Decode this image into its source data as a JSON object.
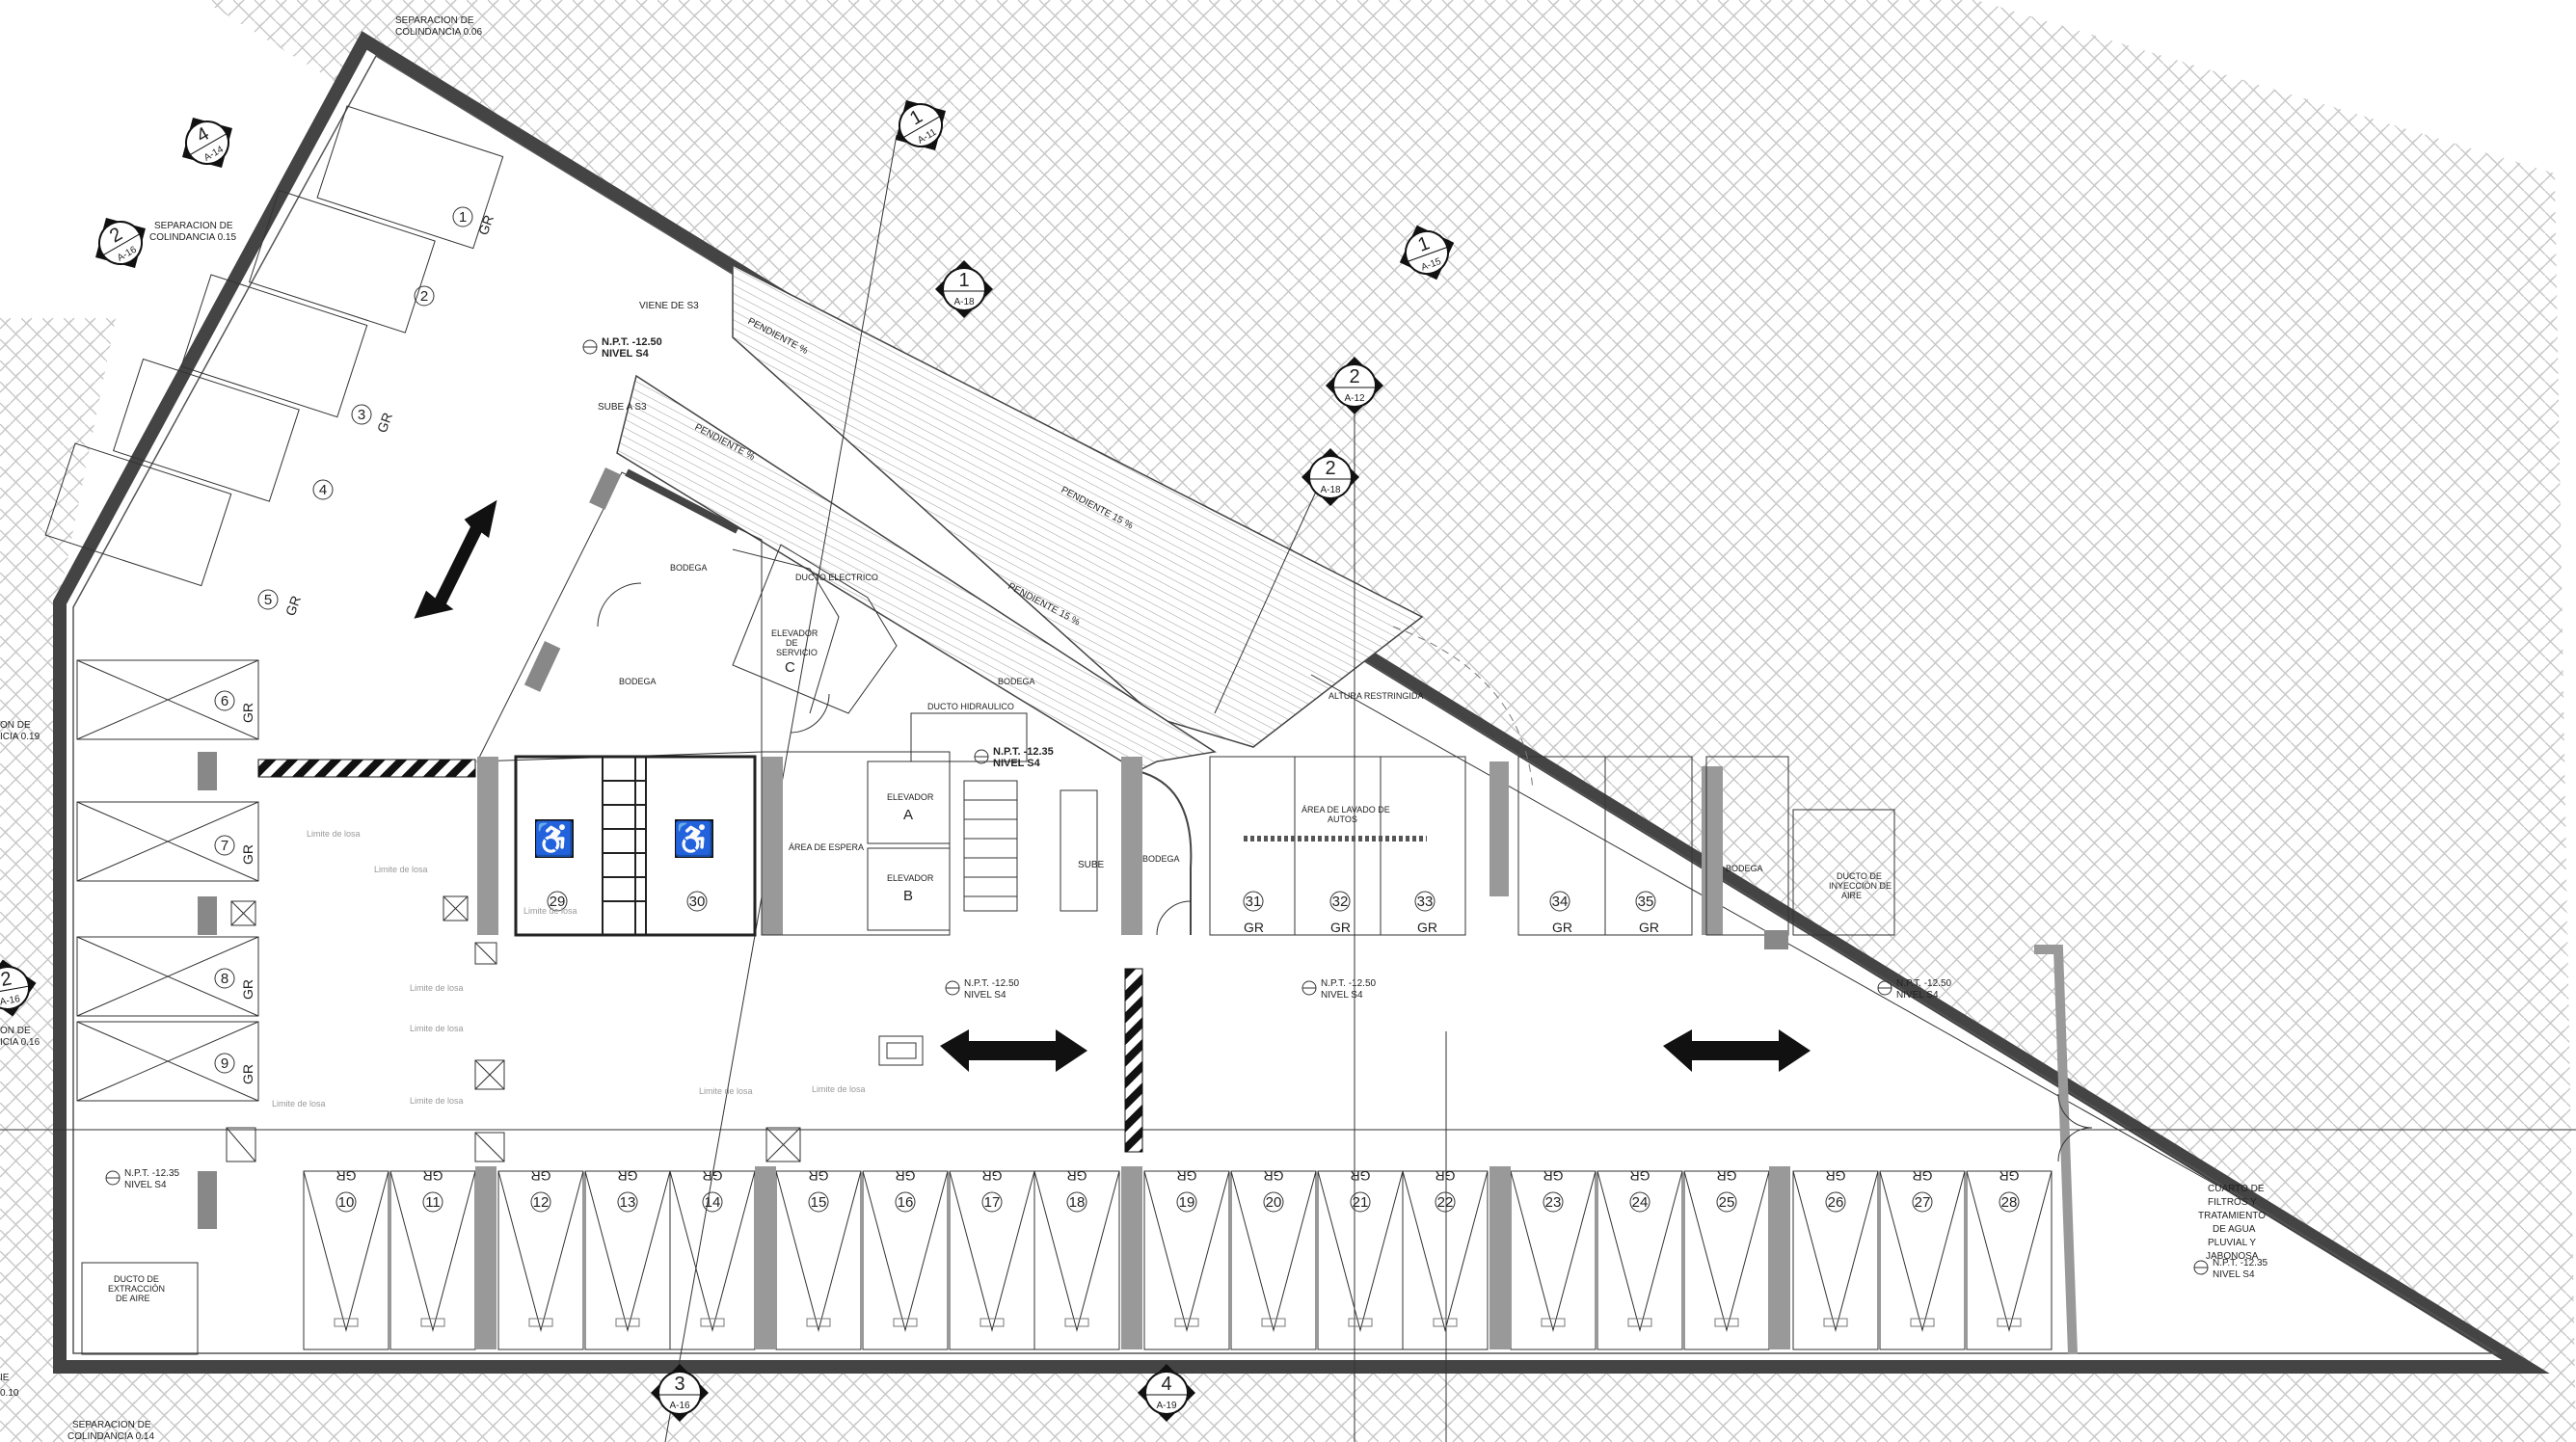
{
  "plan": {
    "separaciones": [
      {
        "text": "SEPARACION DE",
        "text2": "COLINDANCIA 0.06"
      },
      {
        "text": "SEPARACION DE",
        "text2": "COLINDANCIA 0.15"
      },
      {
        "text": "SEPARACION DE",
        "text2": "COLINDANCIA 0.14"
      },
      {
        "text": "ON DE",
        "text2": "ICIA 0.19"
      },
      {
        "text": "ON DE",
        "text2": "ICIA 0.16"
      },
      {
        "text": "IE",
        "text2": "0.10"
      }
    ],
    "section_tags": [
      {
        "num": "4",
        "ref": "A-14"
      },
      {
        "num": "2",
        "ref": "A-16"
      },
      {
        "num": "1",
        "ref": "A-11"
      },
      {
        "num": "1",
        "ref": "A-18"
      },
      {
        "num": "2",
        "ref": "A-12"
      },
      {
        "num": "2",
        "ref": "A-18"
      },
      {
        "num": "1",
        "ref": "A-15"
      },
      {
        "num": "2",
        "ref": "A-16"
      },
      {
        "num": "3",
        "ref": "A-16"
      },
      {
        "num": "4",
        "ref": "A-19"
      }
    ],
    "levels": [
      {
        "npt": "N.P.T. -12.50",
        "nivel": "NIVEL S4"
      },
      {
        "npt": "N.P.T. -12.35",
        "nivel": "NIVEL S4"
      },
      {
        "npt": "N.P.T. -12.50",
        "nivel": "NIVEL S4"
      },
      {
        "npt": "N.P.T. -12.50",
        "nivel": "NIVEL S4"
      },
      {
        "npt": "N.P.T. -12.50",
        "nivel": "NIVEL S4"
      },
      {
        "npt": "N.P.T. -12.35",
        "nivel": "NIVEL S4"
      },
      {
        "npt": "N.P.T. -12.35",
        "nivel": "NIVEL S4"
      }
    ],
    "ramp_labels": {
      "viene": "VIENE DE S3",
      "sube": "SUBE A S3",
      "pend1": "PENDIENTE %",
      "pend2": "PENDIENTE %",
      "pend3": "PENDIENTE 15 %",
      "pend4": "PENDIENTE 15 %"
    },
    "rooms": {
      "bodega1": "BODEGA",
      "bodega2": "BODEGA",
      "bodega3": "BODEGA",
      "bodega4": "BODEGA",
      "bodega5": "BODEGA",
      "ducto_electrico": "DUCTO ELECTRICO",
      "elevador_servicio_1": "ELEVADOR",
      "elevador_servicio_2": "DE",
      "elevador_servicio_3": "SERVICIO",
      "elevador_servicio_letter": "C",
      "ducto_hidraulico": "DUCTO HIDRAULICO",
      "elevador_a": "ELEVADOR",
      "elevador_a_letter": "A",
      "elevador_b": "ELEVADOR",
      "elevador_b_letter": "B",
      "area_espera": "ÁREA DE ESPERA",
      "sube": "SUBE",
      "altura": "ALTURA RESTRINGIDA",
      "lavado1": "ÁREA DE LAVADO DE",
      "lavado2": "AUTOS",
      "ducto_inyeccion1": "DUCTO DE",
      "ducto_inyeccion2": "INYECCIÓN DE",
      "ducto_inyeccion3": "AIRE",
      "ducto_extraccion1": "DUCTO DE",
      "ducto_extraccion2": "EXTRACCIÓN",
      "ducto_extraccion3": "DE AIRE",
      "cuarto1": "CUARTO DE",
      "cuarto2": "FILTROS Y",
      "cuarto3": "TRATAMIENTO",
      "cuarto4": "DE AGUA",
      "cuarto5": "PLUVIAL Y",
      "cuarto6": "JABONOSA"
    },
    "limite_losa": "Limite de losa",
    "gr": "GR",
    "parking_upper": [
      "1",
      "2",
      "3",
      "4",
      "5"
    ],
    "parking_left": [
      "6",
      "7",
      "8",
      "9"
    ],
    "parking_bottom": [
      "10",
      "11",
      "12",
      "13",
      "14",
      "15",
      "16",
      "17",
      "18",
      "19",
      "20",
      "21",
      "22",
      "23",
      "24",
      "25",
      "26",
      "27",
      "28"
    ],
    "parking_mid": [
      "31",
      "32",
      "33",
      "34",
      "35"
    ],
    "parking_accessible": [
      "29",
      "30"
    ]
  }
}
